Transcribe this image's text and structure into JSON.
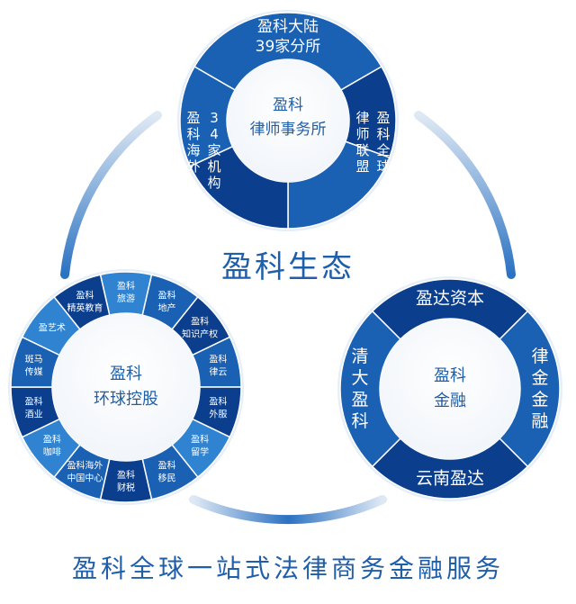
{
  "colors": {
    "brand": "#1f5ea8",
    "dark": "#0b3f8d",
    "mid": "#1a61b3",
    "light": "#2f83d0",
    "lightest": "#4b9be0"
  },
  "ecosystem": {
    "title": "盈科生态",
    "footer": "盈科全球一站式法律商务金融服务"
  },
  "top_ring": {
    "center_line1": "盈科",
    "center_line2": "律师事务所",
    "segment_top_line1": "盈科大陆",
    "segment_top_line2": "39家分所",
    "segment_right_col1": "律师联盟",
    "segment_right_col2": "盈科全球",
    "segment_left_col1": "盈科海外",
    "segment_left_col2": "34家机构"
  },
  "left_ring": {
    "center_line1": "盈科",
    "center_line2": "环球控股",
    "segments": [
      {
        "line1": "盈科",
        "line2": "旅游"
      },
      {
        "line1": "盈科",
        "line2": "地产"
      },
      {
        "line1": "盈科",
        "line2": "知识产权"
      },
      {
        "line1": "盈科",
        "line2": "律云"
      },
      {
        "line1": "盈科",
        "line2": "外服"
      },
      {
        "line1": "盈科",
        "line2": "留学"
      },
      {
        "line1": "盈科",
        "line2": "移民"
      },
      {
        "line1": "盈科",
        "line2": "财税"
      },
      {
        "line1": "盈科海外",
        "line2": "中国中心"
      },
      {
        "line1": "盈科",
        "line2": "咖啡"
      },
      {
        "line1": "盈科",
        "line2": "酒业"
      },
      {
        "line1": "斑马",
        "line2": "传媒"
      },
      {
        "line1": "盈艺术",
        "line2": ""
      },
      {
        "line1": "盈科",
        "line2": "精英教育"
      }
    ]
  },
  "right_ring": {
    "center_line1": "盈科",
    "center_line2": "金融",
    "segment_top": "盈达资本",
    "segment_right": "律金金融",
    "segment_bottom": "云南盈达",
    "segment_left": "清大盈科"
  }
}
